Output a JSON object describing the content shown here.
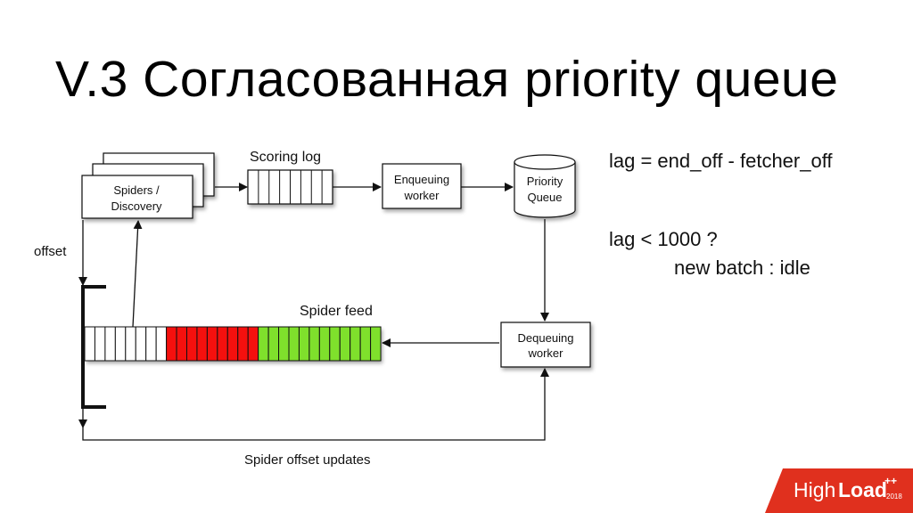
{
  "title": "V.3 Согласованная priority queue",
  "diagram": {
    "spiders_label_1": "Spiders /",
    "spiders_label_2": "Discovery",
    "scoring_log_label": "Scoring log",
    "enqueuing_label_1": "Enqueuing",
    "enqueuing_label_2": "worker",
    "priority_label_1": "Priority",
    "priority_label_2": "Queue",
    "offset_label": "offset",
    "spider_feed_label": "Spider feed",
    "dequeuing_label_1": "Dequeuing",
    "dequeuing_label_2": "worker",
    "offset_updates_label": "Spider offset updates",
    "feed_cells": {
      "white": 8,
      "red": 9,
      "green": 12
    },
    "colors": {
      "red": "#f5100e",
      "green": "#7fe02c",
      "box_fill": "#ffffff",
      "stroke": "#111111"
    }
  },
  "formulas": {
    "lag_definition": "lag = end_off - fetcher_off",
    "condition": "lag < 1000 ?",
    "branches": "new batch : idle"
  },
  "logo": {
    "text_high": "High",
    "text_load": "Load",
    "sup": "++",
    "year": "2018",
    "color": "#e0301e"
  }
}
